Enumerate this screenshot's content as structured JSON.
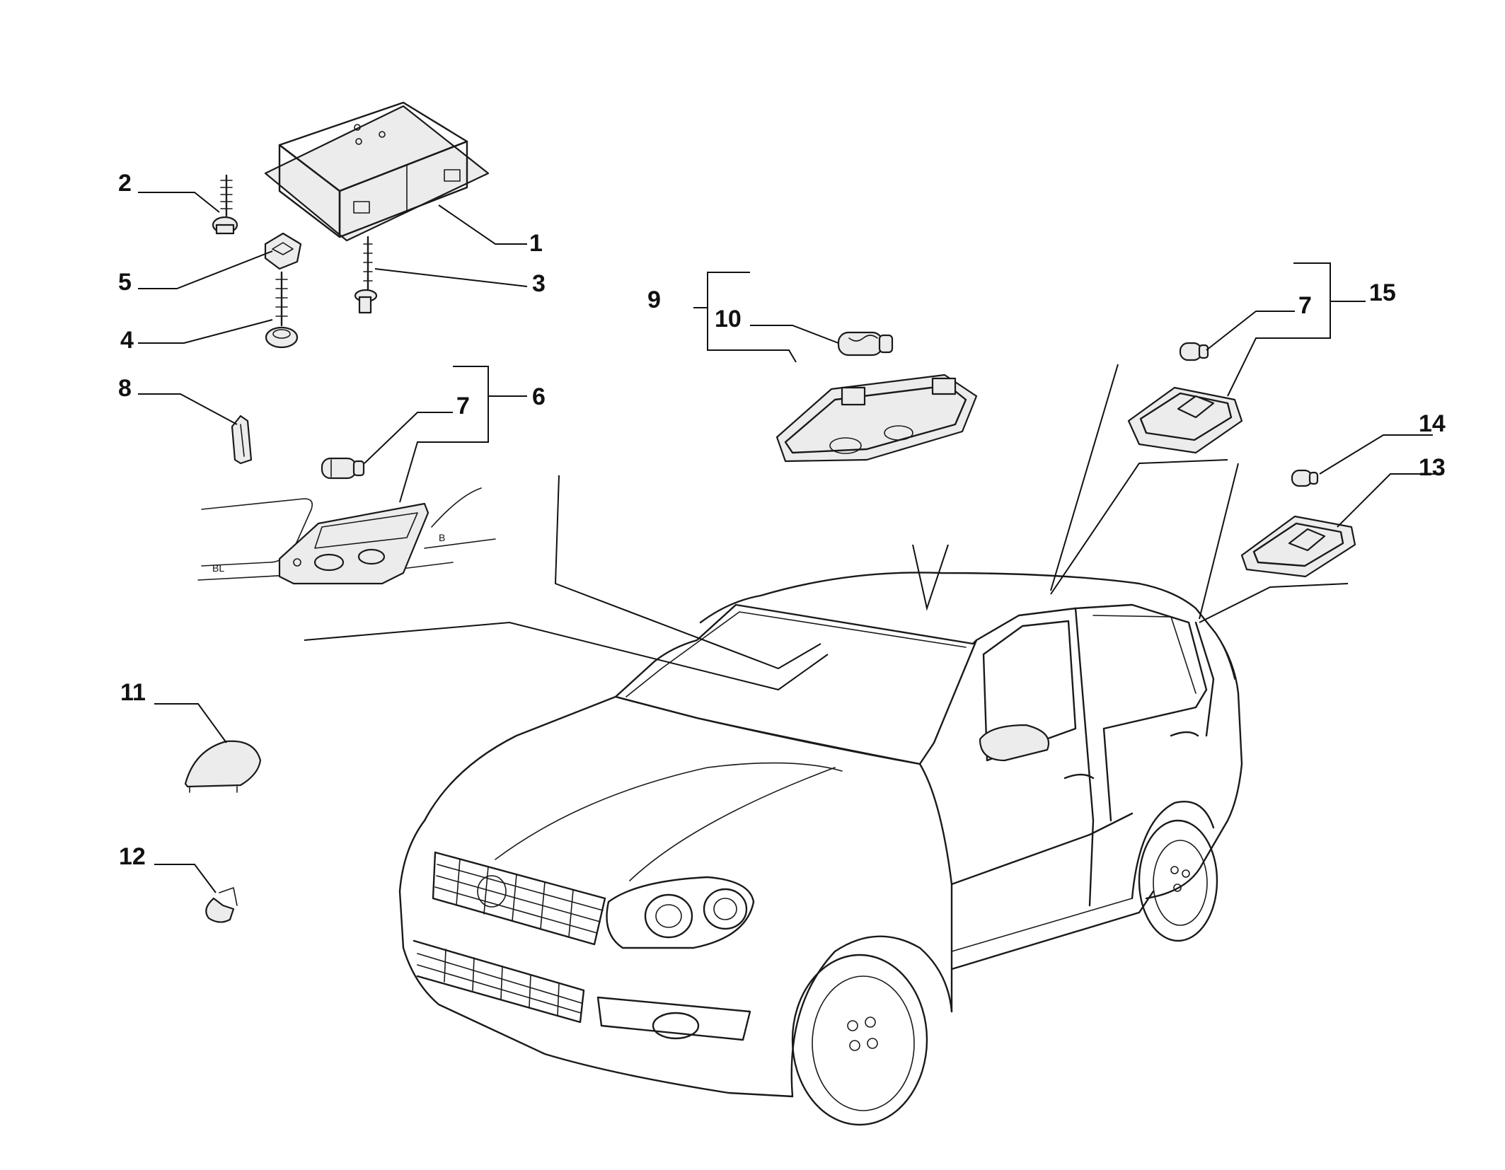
{
  "callouts": [
    "1",
    "2",
    "3",
    "4",
    "5",
    "6",
    "7",
    "7",
    "8",
    "9",
    "10",
    "11",
    "12",
    "13",
    "14",
    "15"
  ]
}
